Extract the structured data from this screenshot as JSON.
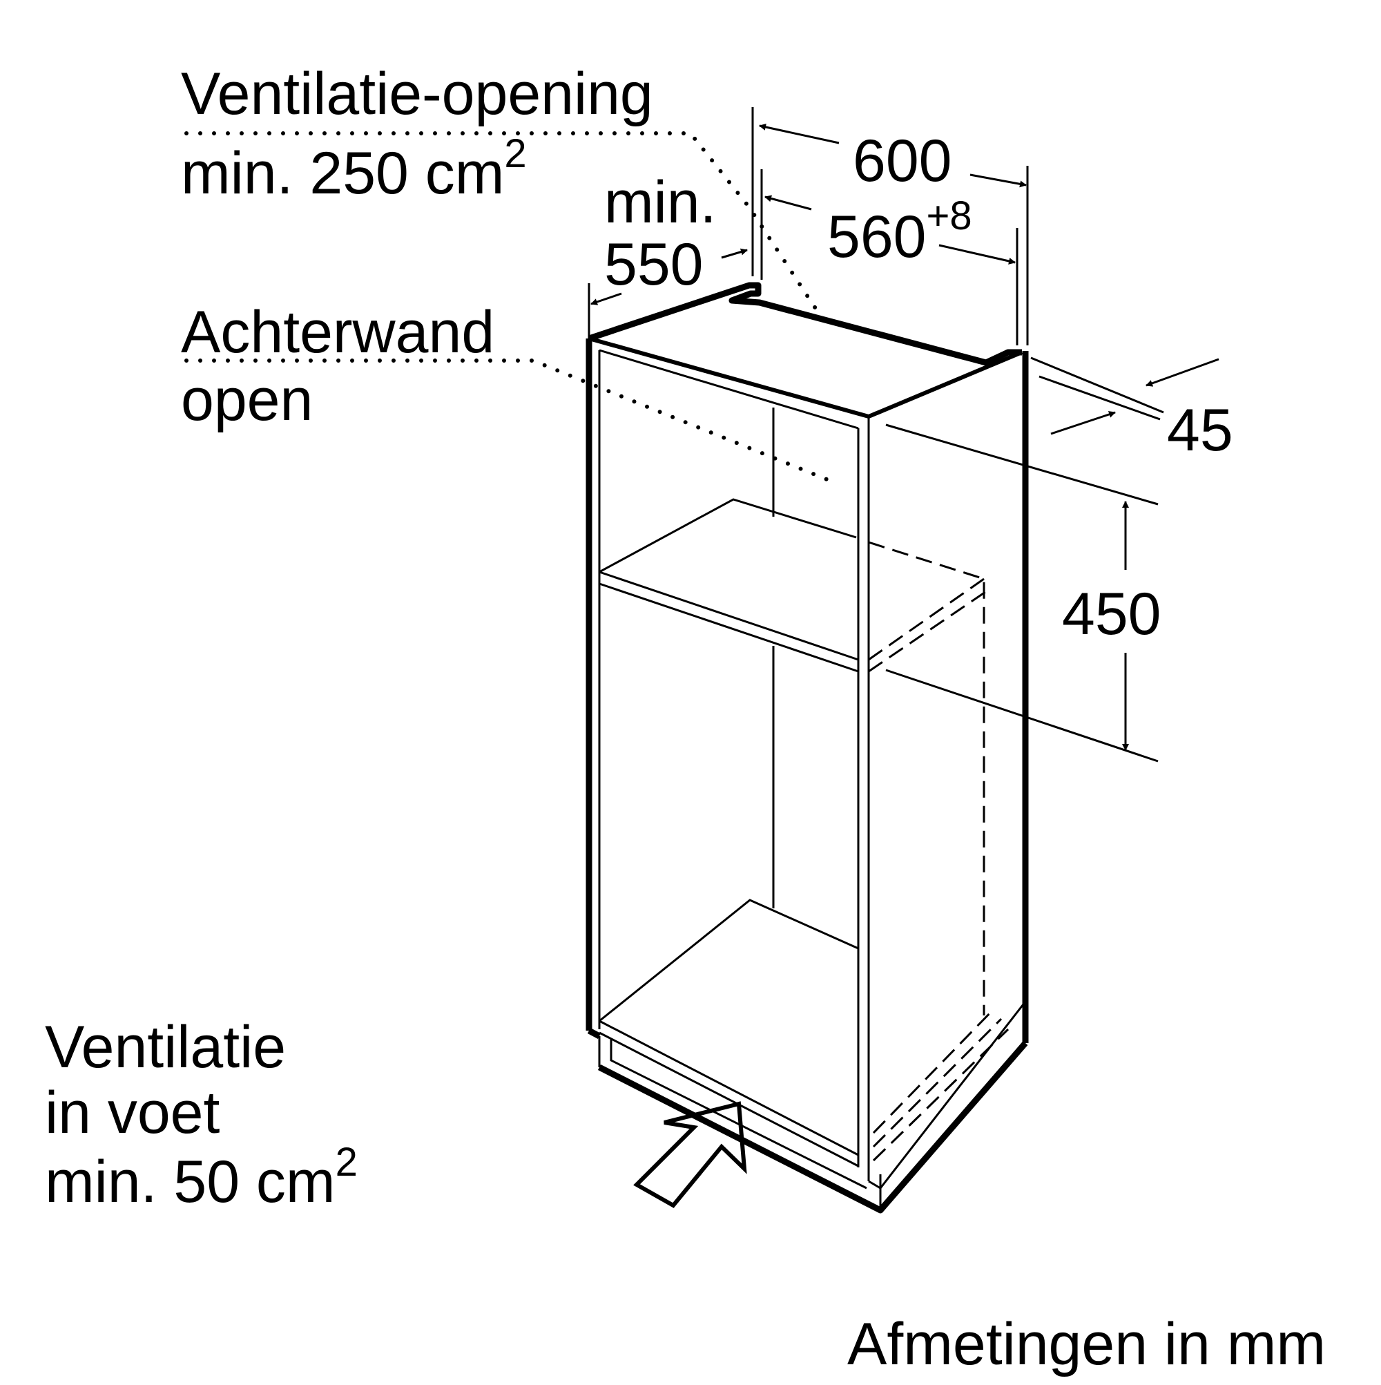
{
  "labels": {
    "vent_top_line1": "Ventilatie-opening",
    "vent_top_line2": "min. 250 cm",
    "vent_top_sup": "2",
    "rear_line1": "Achterwand",
    "rear_line2": "open",
    "vent_bottom_line1": "Ventilatie",
    "vent_bottom_line2": "in voet",
    "vent_bottom_line3": "min. 50 cm",
    "vent_bottom_sup": "2",
    "units": "Afmetingen in mm"
  },
  "dimensions": {
    "width_outer": "600",
    "width_inner": "560",
    "width_inner_tol": "+8",
    "depth_prefix": "min.",
    "depth": "550",
    "front_offset": "45",
    "opening_height": "450"
  }
}
